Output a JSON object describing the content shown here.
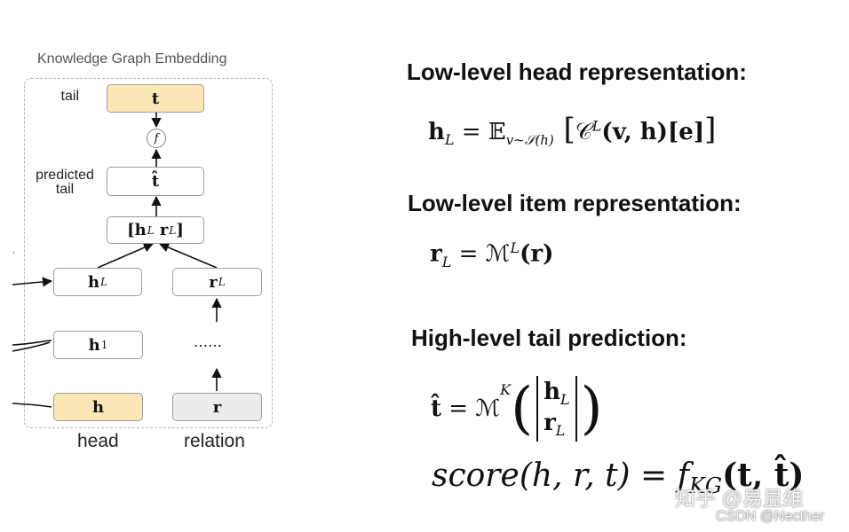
{
  "diagram": {
    "title": "Knowledge Graph Embedding",
    "side_labels": {
      "tail": "tail",
      "predicted_tail": "predicted\ntail"
    },
    "nodes": {
      "t": "t",
      "f": "f",
      "t_hat": "t̂",
      "concat": "[h",
      "concat_sub1": "L",
      "concat_mid": " r",
      "concat_sub2": "L",
      "concat_end": "]",
      "hL": "h",
      "hL_sub": "L",
      "rL": "r",
      "rL_sub": "L",
      "h1": "h",
      "h1_sub": "1",
      "dots": "……",
      "h": "h",
      "r": "r"
    },
    "footer": {
      "head": "head",
      "relation": "relation"
    },
    "colors": {
      "yellow_box": "#fbe7b6",
      "gray_box": "#ededed",
      "border": "#9c9c9c"
    }
  },
  "sections": [
    {
      "heading": "Low-level head representation:"
    },
    {
      "heading": "Low-level item representation:"
    },
    {
      "heading": "High-level tail prediction:"
    }
  ],
  "equations": {
    "head": {
      "lhs": "h",
      "lhs_sub": "L",
      "eq": " = ",
      "E": "𝔼",
      "E_sub": "v∼𝒮(h)",
      "open": " [",
      "C": "𝒞",
      "C_sup": "L",
      "args": "(v, h)[e]",
      "close": "]"
    },
    "item": {
      "lhs": "r",
      "lhs_sub": "L",
      "eq": " = ",
      "M": "ℳ",
      "M_sup": "L",
      "args": "(r)"
    },
    "tail": {
      "lhs": "t̂",
      "eq": " = ",
      "M": "ℳ",
      "M_sup": "K",
      "row1": "h",
      "row1_sub": "L",
      "row2": "r",
      "row2_sub": "L"
    },
    "score": "score(h, r, t) = f",
    "score_sub": "KG",
    "score_args": "(t, t̂)"
  },
  "watermark": {
    "line1": "知乎 @易显维",
    "line2": "CSDN @Necther"
  }
}
